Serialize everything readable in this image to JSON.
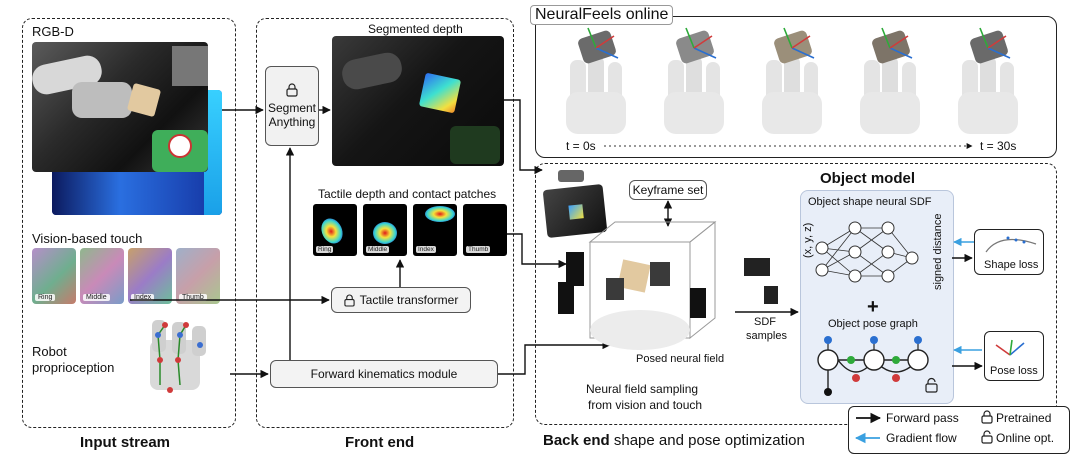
{
  "input_stream": {
    "title": "Input stream",
    "rgbd_label": "RGB-D",
    "touch_label": "Vision-based touch",
    "touch_fingers": [
      "Ring",
      "Middle",
      "Index",
      "Thumb"
    ],
    "proprio_label_1": "Robot",
    "proprio_label_2": "proprioception"
  },
  "front_end": {
    "title": "Front end",
    "sam_line1": "Segment",
    "sam_line2": "Anything",
    "segmented_depth_label": "Segmented depth",
    "tactile_depth_label": "Tactile depth and contact patches",
    "tactile_fingers": [
      "Ring",
      "Middle",
      "Index",
      "Thumb"
    ],
    "tactile_transformer_label": "Tactile transformer",
    "forward_kinematics_label": "Forward kinematics module"
  },
  "online": {
    "title": "NeuralFeels online",
    "t_start": "t = 0s",
    "t_end": "t = 30s"
  },
  "back_end": {
    "title_bold": "Back end",
    "title_rest": " shape and pose optimization",
    "keyframe_label": "Keyframe set",
    "posed_field_label": "Posed neural field",
    "sampling_line1": "Neural field sampling",
    "sampling_line2": "from vision and touch",
    "sdf_line1": "SDF",
    "sdf_line2": "samples"
  },
  "object_model": {
    "title": "Object model",
    "sdf_title": "Object shape neural SDF",
    "input_label": "(x, y, z)",
    "output_label": "signed distance",
    "plus": "+",
    "pose_graph_title": "Object pose graph",
    "shape_loss": "Shape loss",
    "pose_loss": "Pose loss"
  },
  "legend": {
    "forward": "Forward pass",
    "gradient": "Gradient flow",
    "pretrained": "Pretrained",
    "online_opt": "Online opt."
  },
  "colors": {
    "forward": "#111111",
    "gradient": "#3aa0e0",
    "object_model_bg": "#e8eef8"
  }
}
